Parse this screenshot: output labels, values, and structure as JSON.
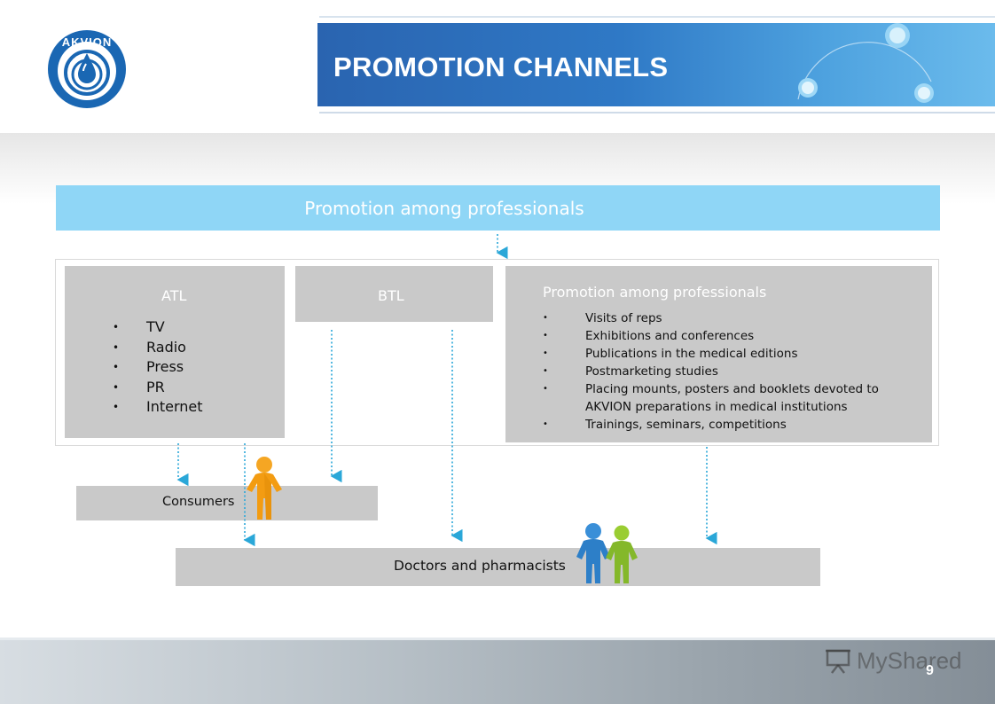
{
  "header": {
    "title": "PROMOTION  CHANNELS",
    "logo_text": "AKVION",
    "accent_color": "#2f79c6"
  },
  "diagram": {
    "banner": "Promotion among professionals",
    "atl": {
      "title": "ATL",
      "items": [
        "TV",
        "Radio",
        "Press",
        "PR",
        "Internet"
      ]
    },
    "btl": {
      "title": "BTL"
    },
    "professionals": {
      "title": "Promotion among professionals",
      "items": [
        "Visits of reps",
        "Exhibitions and conferences",
        "Publications in the medical editions",
        "Postmarketing studies",
        "Placing mounts, posters and booklets devoted to AKVION preparations in medical institutions",
        "Trainings, seminars, competitions"
      ]
    },
    "consumers": "Consumers",
    "doctors": "Doctors and pharmacists",
    "colors": {
      "banner": "#8fd6f6",
      "box": "#c9c9c9",
      "arrow": "#2aa7d8"
    }
  },
  "footer": {
    "watermark": "MyShared",
    "page_number": "9"
  }
}
